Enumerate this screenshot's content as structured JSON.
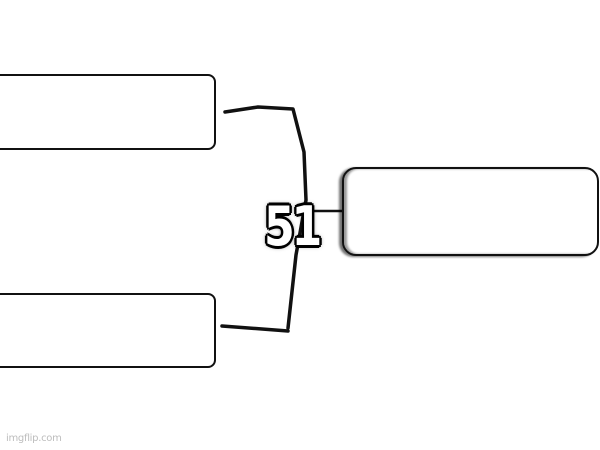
{
  "diagram": {
    "type": "tournament-bracket",
    "slots": [
      {
        "id": "top",
        "label": ""
      },
      {
        "id": "bottom",
        "label": ""
      },
      {
        "id": "winner",
        "label": ""
      }
    ],
    "match_number": "51",
    "colors": {
      "line": "#111111",
      "background": "#ffffff",
      "number_fill": "#ffffff",
      "number_outline": "#000000"
    }
  },
  "watermark": "imgflip.com"
}
